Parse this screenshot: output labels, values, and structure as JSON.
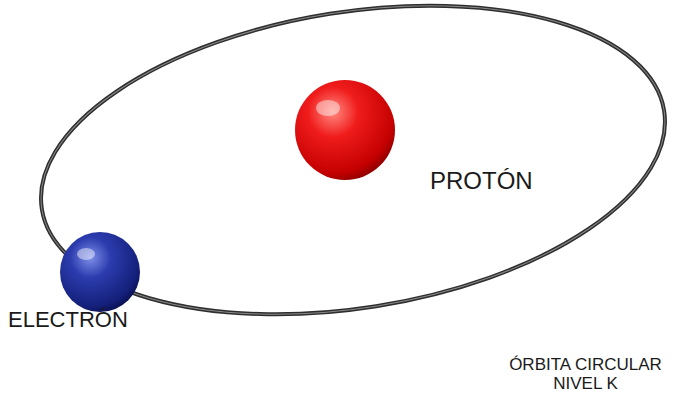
{
  "diagram": {
    "labels": [
      "PROTÓN",
      "ELECTRÓN",
      "ÓRBITA CIRCULAR NIVEL K"
    ]
  }
}
